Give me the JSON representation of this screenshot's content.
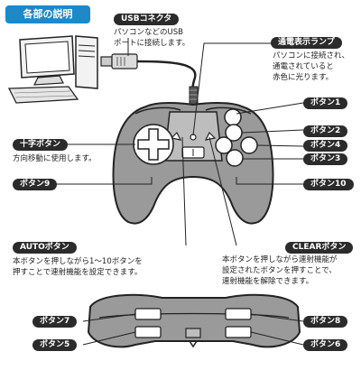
{
  "header": {
    "title": "各部の説明"
  },
  "labels": {
    "usb": {
      "name": "USBコネクタ",
      "desc": [
        "パソコンなどのUSB",
        "ポートに接続します。"
      ]
    },
    "lamp": {
      "name": "通電表示ランプ",
      "desc": [
        "パソコンに接続され、",
        "通電されていると",
        "赤色に光ります。"
      ]
    },
    "dpad": {
      "name": "十字ボタン",
      "desc": [
        "方向移動に使用します。"
      ]
    },
    "auto": {
      "name": "AUTOボタン",
      "desc": [
        "本ボタンを押しながら1～10ボタンを",
        "押すことで連射機能を設定できます。"
      ]
    },
    "clear": {
      "name": "CLEARボタン",
      "desc": [
        "本ボタンを押しながら連射機能が",
        "設定されたボタンを押すことで、",
        "連射機能を解除できます。"
      ]
    },
    "btn1": "ボタン1",
    "btn2": "ボタン2",
    "btn3": "ボタン3",
    "btn4": "ボタン4",
    "btn5": "ボタン5",
    "btn6": "ボタン6",
    "btn7": "ボタン7",
    "btn8": "ボタン8",
    "btn9": "ボタン9",
    "btn10": "ボタン10"
  },
  "colors": {
    "accent": "#1e88c8",
    "pill": "#2b2b2b",
    "body": "#9a9a9a"
  }
}
